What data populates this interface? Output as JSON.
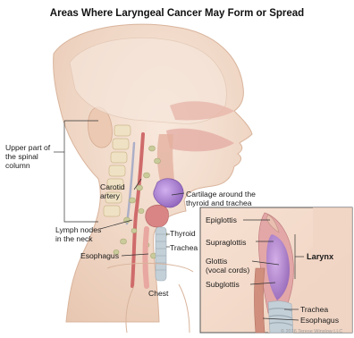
{
  "title": "Areas Where Laryngeal Cancer May Form or Spread",
  "labels": {
    "spine": [
      "Upper part of",
      "the spinal",
      "column"
    ],
    "carotid": [
      "Carotid",
      "artery"
    ],
    "cartilage": [
      "Cartilage around the",
      "thyroid and trachea"
    ],
    "lymph": [
      "Lymph nodes",
      "in the neck"
    ],
    "thyroid": "Thyroid",
    "trachea_main": "Trachea",
    "esophagus_main": "Esophagus",
    "chest": "Chest"
  },
  "inset": {
    "epiglottis": "Epiglottis",
    "supraglottis": "Supraglottis",
    "glottis": [
      "Glottis",
      "(vocal cords)"
    ],
    "subglottis": "Subglottis",
    "larynx": "Larynx",
    "trachea": "Trachea",
    "esophagus": "Esophagus"
  },
  "copyright": "© 2016 Terese Winslow LLC",
  "colors": {
    "skin": "#f2dccb",
    "skin_shadow": "#e5c3ad",
    "tumor": "#b487d6",
    "lymph": "#c5c89a",
    "artery": "#d27777",
    "thyroid": "#d98a8a",
    "trachea": "#b9c7cf"
  }
}
